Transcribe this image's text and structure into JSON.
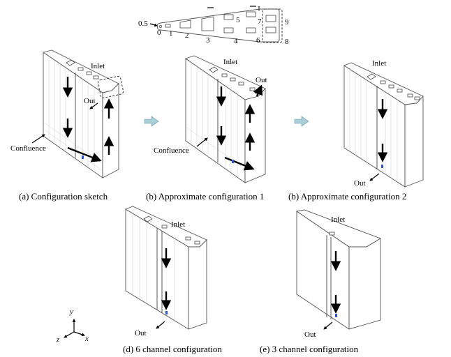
{
  "section_sketch": {
    "numbers": [
      "0.5",
      "0",
      "1",
      "2",
      "3",
      "4",
      "5",
      "6",
      "7",
      "8",
      "9"
    ]
  },
  "panels": {
    "a": {
      "caption": "(a) Configuration sketch",
      "inlet": "Inlet",
      "out": "Out",
      "confluence": "Confluence"
    },
    "b1": {
      "caption": "(b) Approximate configuration 1",
      "inlet": "Inlet",
      "out": "Out",
      "confluence": "Confluence"
    },
    "b2": {
      "caption": "(b) Approximate configuration 2",
      "inlet": "Inlet",
      "out": "Out"
    },
    "d": {
      "caption": "(d) 6 channel configuration",
      "inlet": "Inlet",
      "out": "Out"
    },
    "e": {
      "caption": "(e) 3 channel configuration",
      "inlet": "Inlet",
      "out": "Out"
    }
  },
  "axes": {
    "y": "y",
    "x": "x",
    "z": "z"
  },
  "colors": {
    "line": "#555555",
    "arrow": "#000000",
    "transition_arrow": "#a9cfd6",
    "marker": "#3355cc"
  }
}
